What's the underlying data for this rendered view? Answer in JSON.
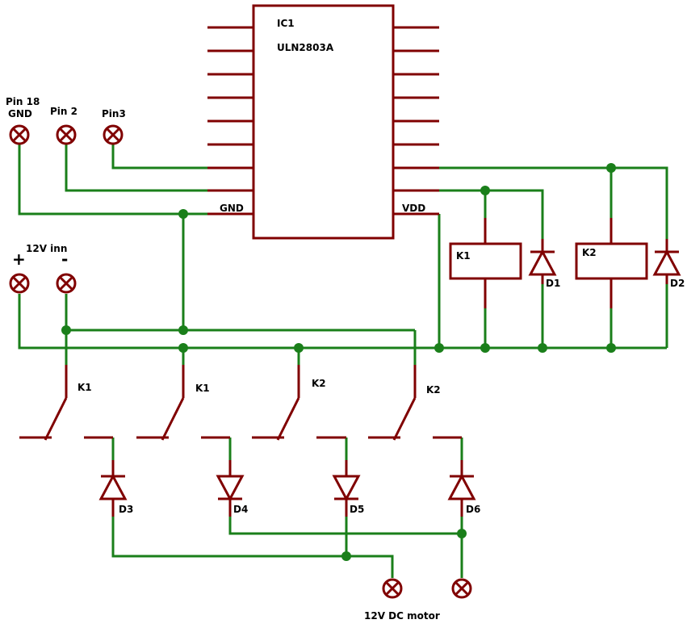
{
  "ic": {
    "name": "IC1",
    "part": "ULN2803A",
    "gnd_label": "GND",
    "vdd_label": "VDD"
  },
  "terminals": {
    "pin18_line1": "Pin 18",
    "pin18_line2": "GND",
    "pin2": "Pin 2",
    "pin3": "Pin3",
    "supply": "12V inn",
    "plus": "+",
    "minus": "-",
    "motor": "12V DC motor"
  },
  "relays": {
    "k1": "K1",
    "k2": "K2"
  },
  "switches": [
    "K1",
    "K1",
    "K2",
    "K2"
  ],
  "diodes": {
    "d1": "D1",
    "d2": "D2",
    "d3": "D3",
    "d4": "D4",
    "d5": "D5",
    "d6": "D6"
  },
  "colors": {
    "wire": "#1a7f1a",
    "component": "#800000",
    "background": "#ffffff"
  }
}
